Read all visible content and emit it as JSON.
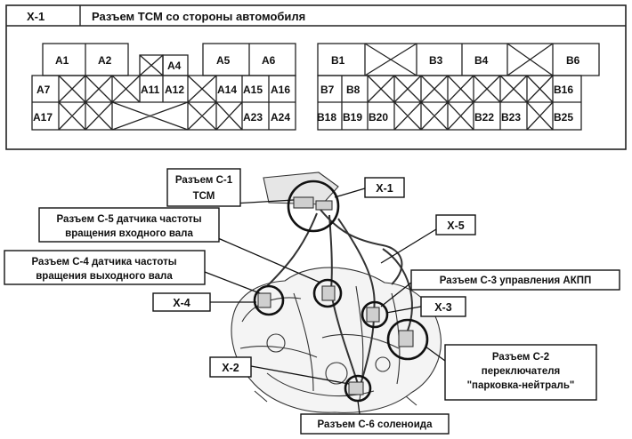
{
  "header": {
    "connector_id": "X-1",
    "title": "Разъем ТСМ со стороны автомобиля"
  },
  "connector_a": {
    "top": [
      "A1",
      "A2",
      "A4",
      "A5",
      "A6"
    ],
    "row1": [
      "A7",
      "A11",
      "A12",
      "A14",
      "A15",
      "A16"
    ],
    "row2": [
      "A17",
      "A23",
      "A24"
    ]
  },
  "connector_b": {
    "top": [
      "B1",
      "B3",
      "B4",
      "B6"
    ],
    "row1": [
      "B7",
      "B8",
      "B16"
    ],
    "row2": [
      "B18",
      "B19",
      "B20",
      "B22",
      "B23",
      "B25"
    ]
  },
  "callouts": {
    "c1_line1": "Разъем С-1",
    "c1_line2": "ТСМ",
    "c5_line1": "Разъем  С-5 датчика частоты",
    "c5_line2": "вращения входного вала",
    "c4_line1": "Разъем  С-4 датчика частоты",
    "c4_line2": "вращения выходного вала",
    "c3": "Разъем С-3 управления АКПП",
    "c2_line1": "Разъем С-2",
    "c2_line2": "переключателя",
    "c2_line3": "\"парковка-нейтраль\"",
    "c6": "Разъем С-6 соленоида"
  },
  "tags": {
    "x1": "Х-1",
    "x5": "Х-5",
    "x4": "Х-4",
    "x3": "Х-3",
    "x2": "Х-2"
  }
}
